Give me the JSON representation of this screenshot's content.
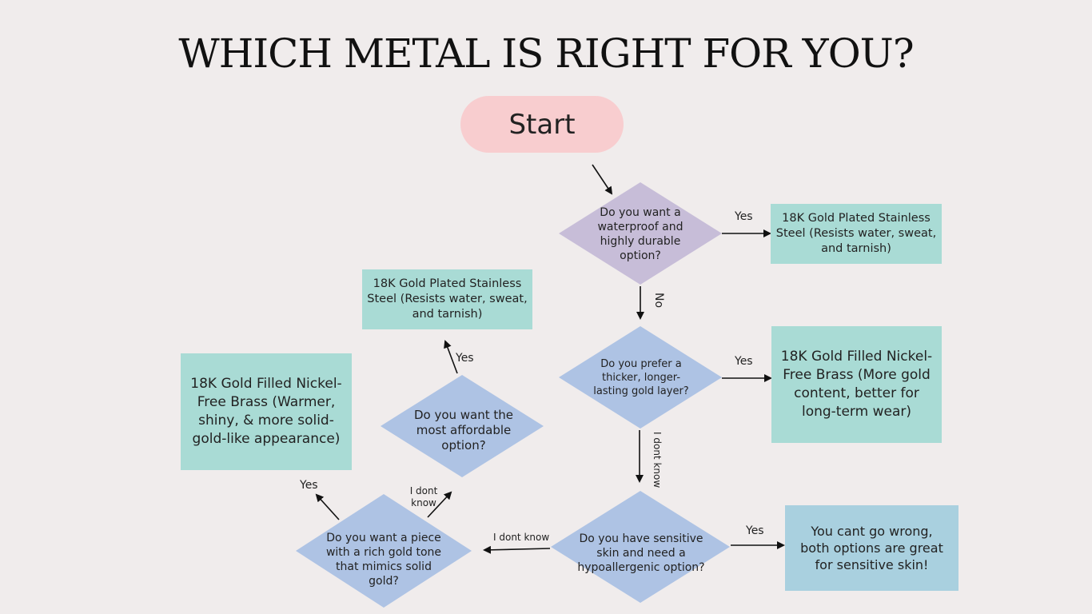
{
  "title": "WHICH METAL IS RIGHT FOR YOU?",
  "start": "Start",
  "colors": {
    "background": "#f0ecec",
    "start_fill": "#f8cdcf",
    "diamond_purple": "#c7bdd8",
    "diamond_blue": "#aec3e4",
    "box_teal": "#a9dbd5",
    "box_blue": "#a9d0df"
  },
  "questions": {
    "waterproof": "Do you want a waterproof and highly durable option?",
    "thicker": "Do you prefer a thicker, longer-lasting gold layer?",
    "sensitive": "Do you have sensitive skin and need a hypoallergenic option?",
    "rich_tone": "Do you want a piece with a rich gold tone that mimics solid gold?",
    "affordable": "Do you want the most affordable option?"
  },
  "results": {
    "steel_right": "18K Gold Plated Stainless Steel (Resists water, sweat, and tarnish)",
    "filled_right": "18K Gold Filled Nickel-Free Brass (More gold content, better for long-term wear)",
    "sensitive_result": "You cant go wrong, both options are great for sensitive skin!",
    "steel_left": "18K Gold Plated Stainless Steel (Resists water, sweat, and tarnish)",
    "filled_left": "18K Gold Filled Nickel-Free Brass (Warmer, shiny, & more solid-gold-like appearance)"
  },
  "labels": {
    "yes": "Yes",
    "no": "No",
    "dont_know": "I dont know",
    "dont_know_short": "I dont know"
  }
}
